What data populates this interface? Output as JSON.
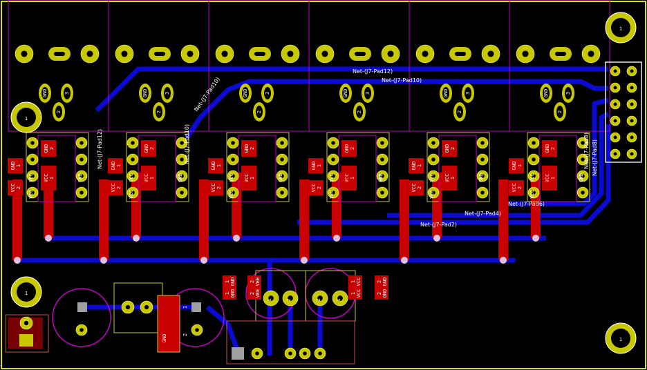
{
  "colors": {
    "background": "#000000",
    "front_copper": "#c80000",
    "back_copper": "#0a0ad2",
    "pad": "#c8c800",
    "silkscreen": "#c8c828",
    "courtyard": "#c000c0",
    "edge": "#e0e000"
  },
  "pad_labels": {
    "gnd": "GND",
    "vcc": "VCC",
    "vee": "VEE",
    "one": "1",
    "two": "2",
    "three": "3"
  },
  "mounting_hole_label": "1",
  "net_labels": {
    "pad12": "Net-(J7-Pad12)",
    "pad10": "Net-(J7-Pad10)",
    "pad8": "Net-(J7-Pad8)",
    "pad6": "Net-(J7-Pad6)",
    "pad4": "Net-(J7-Pad4)",
    "pad2": "Net-(J7-Pad2)"
  },
  "relay_module_count": 6
}
